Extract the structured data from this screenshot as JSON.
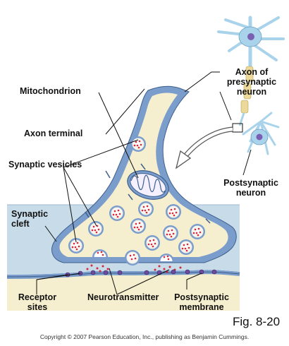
{
  "labels": {
    "mitochondrion": "Mitochondrion",
    "axon_line1": "Axon of",
    "axon_line2": "presynaptic",
    "axon_line3": "neuron",
    "axon_terminal": "Axon terminal",
    "synaptic_vesicles": "Synaptic vesicles",
    "cleft_line1": "Synaptic",
    "cleft_line2": "cleft",
    "post_neuron_line1": "Postsynaptic",
    "post_neuron_line2": "neuron",
    "receptor_line1": "Receptor",
    "receptor_line2": "sites",
    "neurotransmitter": "Neurotransmitter",
    "post_membrane_line1": "Postsynaptic",
    "post_membrane_line2": "membrane"
  },
  "figure_number": "Fig. 8-20",
  "copyright": "Copyright © 2007 Pearson Education, Inc., publishing as Benjamin Cummings.",
  "colors": {
    "cytoplasm": "#f6efcf",
    "membrane": "#7a9dcc",
    "cleft": "#c8dbe8",
    "vesicle_dot": "#d6283a",
    "receptor": "#6f4a9e",
    "neuron_body": "#a9d3ea",
    "nucleus": "#7b5fb2",
    "myelin": "#ecd99a"
  }
}
